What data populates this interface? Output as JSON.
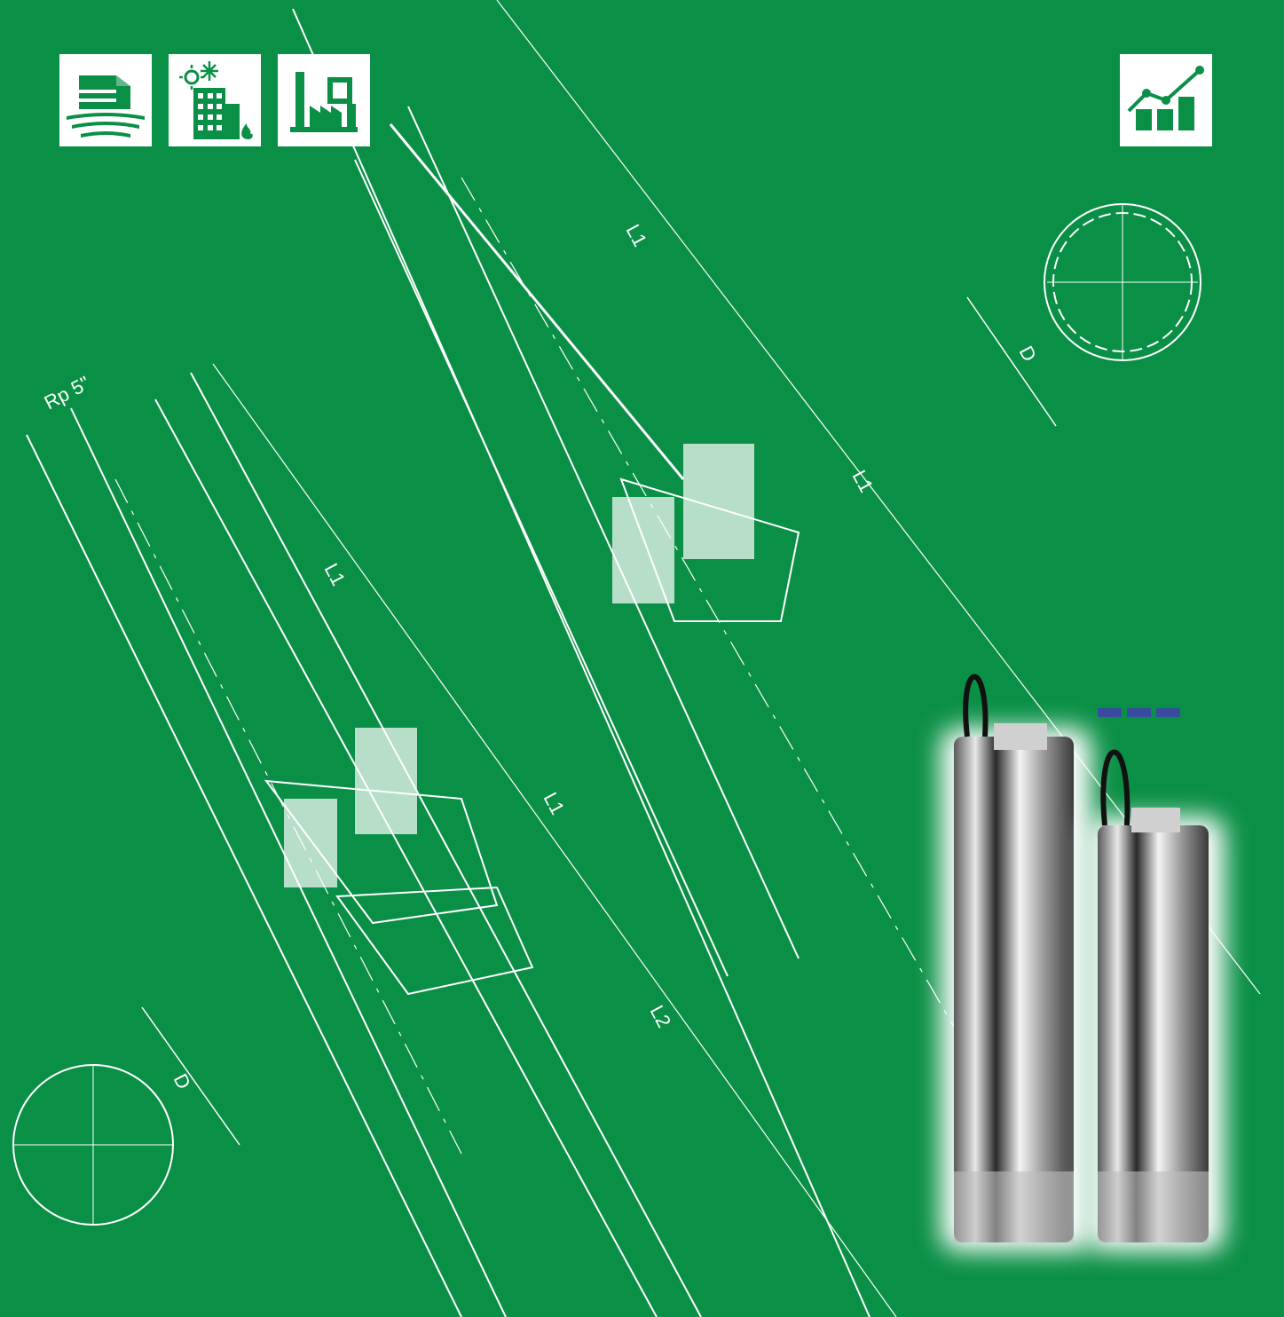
{
  "brochure": {
    "background_color": "#0a8f46",
    "line_color": "#ffffff",
    "accent_dash_color": "#3a4aa0"
  },
  "icons": {
    "left": [
      {
        "name": "agriculture-icon"
      },
      {
        "name": "building-heating-cooling-icon"
      },
      {
        "name": "industry-icon"
      }
    ],
    "right": {
      "name": "performance-chart-icon"
    }
  },
  "drawing_labels": {
    "thread": "Rp 5\"",
    "length_1": "L1",
    "length_1_b": "L1",
    "length_2": "L2",
    "length_1_c": "L1",
    "length_1_d": "L1",
    "diameter": "D",
    "diameter_b": "D"
  }
}
